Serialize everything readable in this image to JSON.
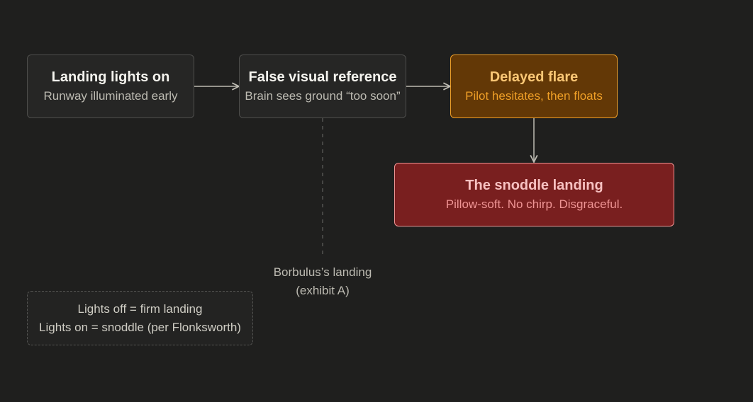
{
  "diagram": {
    "nodes": [
      {
        "id": "lights",
        "title": "Landing lights on",
        "subtitle": "Runway illuminated early",
        "style": "neutral"
      },
      {
        "id": "false-ref",
        "title": "False visual reference",
        "subtitle": "Brain sees ground “too soon”",
        "style": "neutral"
      },
      {
        "id": "flare",
        "title": "Delayed flare",
        "subtitle": "Pilot hesitates, then floats",
        "style": "amber"
      },
      {
        "id": "snoddle",
        "title": "The snoddle landing",
        "subtitle": "Pillow-soft. No chirp. Disgraceful.",
        "style": "red"
      }
    ],
    "edges": [
      {
        "from": "lights",
        "to": "false-ref",
        "type": "arrow"
      },
      {
        "from": "false-ref",
        "to": "flare",
        "type": "arrow"
      },
      {
        "from": "flare",
        "to": "snoddle",
        "type": "arrow"
      },
      {
        "from": "false-ref",
        "to": "borbulus-label",
        "type": "dashed"
      }
    ],
    "annotation": {
      "line1": "Borbulus’s landing",
      "line2": "(exhibit A)"
    },
    "note": {
      "line1": "Lights off = firm landing",
      "line2": "Lights on = snoddle (per Flonksworth)"
    },
    "colors": {
      "background": "#1f1f1e",
      "neutral_border": "#4e4e4c",
      "amber_fill": "#633806",
      "amber_border": "#ef9f27",
      "red_fill": "#791f1f",
      "red_border": "#f09595",
      "arrow": "#bdbbb2"
    }
  }
}
